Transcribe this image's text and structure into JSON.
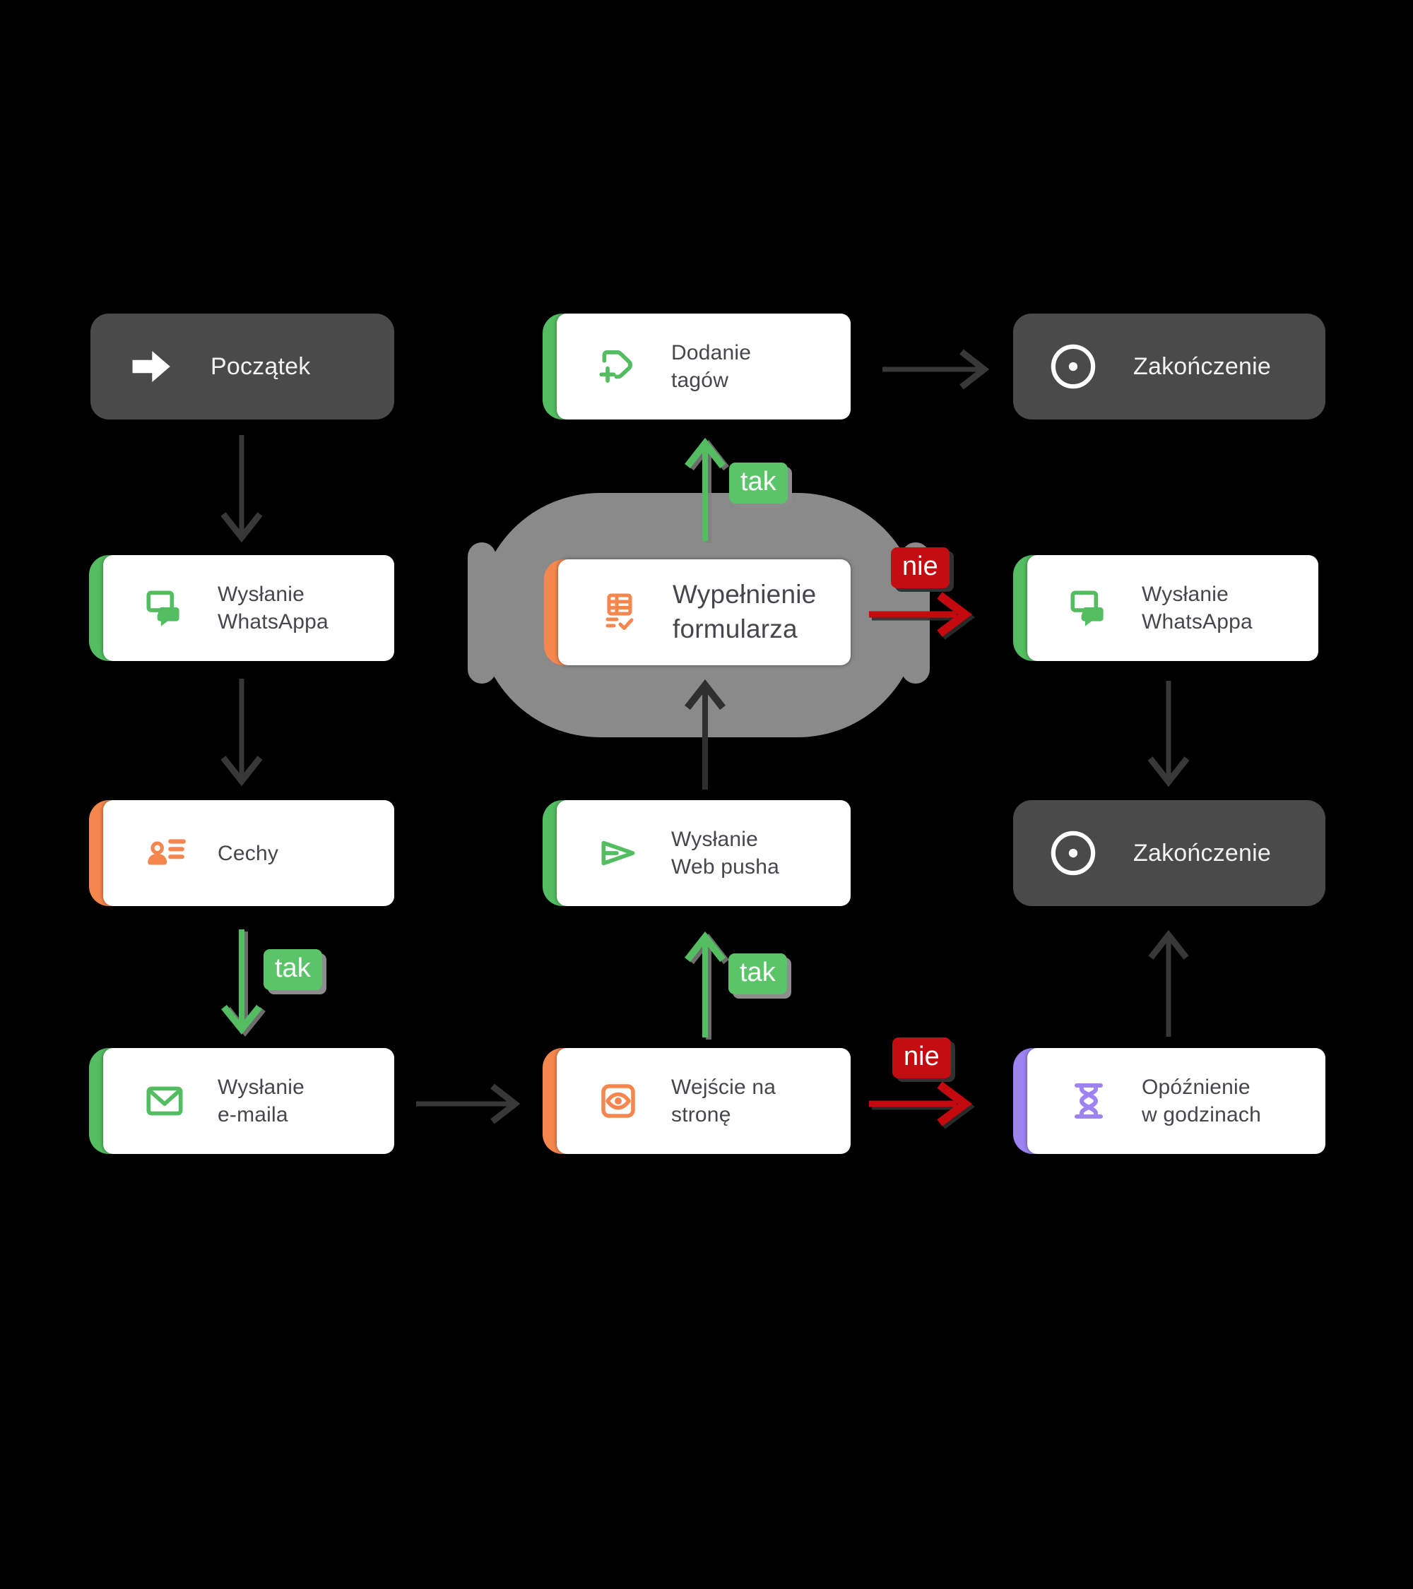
{
  "diagram": {
    "title_hint": "marketing automation flow",
    "labels": {
      "yes": "tak",
      "no": "nie"
    },
    "colors": {
      "background": "#000000",
      "dark_node": "#4a4a4a",
      "card": "#ffffff",
      "green": "#54bd62",
      "orange": "#f5874e",
      "purple": "#9d83f2",
      "red": "#c30d13",
      "arrow_dark": "#383838",
      "highlight_blob": "#8a8a8a",
      "card_text": "#46474c",
      "dark_node_text": "#f2f2f2"
    },
    "nodes": [
      {
        "id": "poczatek",
        "lines": [
          "Początek"
        ],
        "type": "start",
        "icon": "arrow-right-icon"
      },
      {
        "id": "dodanie-tagow",
        "lines": [
          "Dodanie",
          "tagów"
        ],
        "accent": "green",
        "icon": "tag-plus-icon"
      },
      {
        "id": "zakonczenie-top",
        "lines": [
          "Zakończenie"
        ],
        "type": "end",
        "icon": "circle-dot-icon"
      },
      {
        "id": "wyslanie-whatsappa-left",
        "lines": [
          "Wysłanie",
          "WhatsAppa"
        ],
        "accent": "green",
        "icon": "chat-icon"
      },
      {
        "id": "wypelnienie-formularza",
        "lines": [
          "Wypełnienie",
          "formularza"
        ],
        "accent": "orange",
        "icon": "form-check-icon",
        "highlighted": true
      },
      {
        "id": "wyslanie-whatsappa-right",
        "lines": [
          "Wysłanie",
          "WhatsAppa"
        ],
        "accent": "green",
        "icon": "chat-icon"
      },
      {
        "id": "cechy",
        "lines": [
          "Cechy"
        ],
        "accent": "orange",
        "icon": "contact-card-icon"
      },
      {
        "id": "wyslanie-web-pusha",
        "lines": [
          "Wysłanie",
          "Web pusha"
        ],
        "accent": "green",
        "icon": "send-icon"
      },
      {
        "id": "zakonczenie-right",
        "lines": [
          "Zakończenie"
        ],
        "type": "end",
        "icon": "circle-dot-icon"
      },
      {
        "id": "wyslanie-emaila",
        "lines": [
          "Wysłanie",
          "e-maila"
        ],
        "accent": "green",
        "icon": "envelope-icon"
      },
      {
        "id": "wejscie-na-strone",
        "lines": [
          "Wejście na",
          "stronę"
        ],
        "accent": "orange",
        "icon": "eye-icon"
      },
      {
        "id": "opoznienie-w-godzinach",
        "lines": [
          "Opóźnienie",
          "w godzinach"
        ],
        "accent": "purple",
        "icon": "hourglass-icon"
      }
    ],
    "edges": [
      {
        "from": "poczatek",
        "to": "wyslanie-whatsappa-left",
        "label": ""
      },
      {
        "from": "wyslanie-whatsappa-left",
        "to": "cechy",
        "label": ""
      },
      {
        "from": "cechy",
        "to": "wyslanie-emaila",
        "label": "tak"
      },
      {
        "from": "wyslanie-emaila",
        "to": "wejscie-na-strone",
        "label": ""
      },
      {
        "from": "wejscie-na-strone",
        "to": "wyslanie-web-pusha",
        "label": "tak"
      },
      {
        "from": "wejscie-na-strone",
        "to": "opoznienie-w-godzinach",
        "label": "nie"
      },
      {
        "from": "wyslanie-web-pusha",
        "to": "wypelnienie-formularza",
        "label": ""
      },
      {
        "from": "wypelnienie-formularza",
        "to": "dodanie-tagow",
        "label": "tak"
      },
      {
        "from": "wypelnienie-formularza",
        "to": "wyslanie-whatsappa-right",
        "label": "nie"
      },
      {
        "from": "dodanie-tagow",
        "to": "zakonczenie-top",
        "label": ""
      },
      {
        "from": "wyslanie-whatsappa-right",
        "to": "zakonczenie-right",
        "label": ""
      },
      {
        "from": "opoznienie-w-godzinach",
        "to": "zakonczenie-right",
        "label": ""
      }
    ]
  }
}
